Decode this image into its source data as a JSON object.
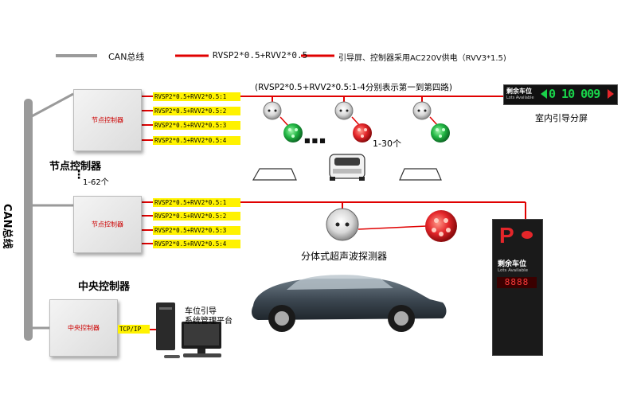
{
  "legend": {
    "can_bus": "CAN总线",
    "signal_cable": "RVSP2*0.5+RVV2*0.5",
    "power_note": "引导屏、控制器采用AC220V供电（RVV3*1.5)"
  },
  "bus_label": "CAN总线",
  "node_controller_label": "节点控制器",
  "node_controller_title": "节点控制器",
  "node_count": "1-62个",
  "ports_top": [
    "RVSP2*0.5+RVV2*0.5:1",
    "RVSP2*0.5+RVV2*0.5:2",
    "RVSP2*0.5+RVV2*0.5:3",
    "RVSP2*0.5+RVV2*0.5:4"
  ],
  "ports_bottom": [
    "RVSP2*0.5+RVV2*0.5:1",
    "RVSP2*0.5+RVV2*0.5:2",
    "RVSP2*0.5+RVV2*0.5:3",
    "RVSP2*0.5+RVV2*0.5:4"
  ],
  "route_note": "(RVSP2*0.5+RVV2*0.5:1-4分别表示第一到第四路)",
  "detector_count": "1-30个",
  "ellipsis": "■■■",
  "ellipsis_v": "⋮",
  "indoor_screen": {
    "title_cn": "剩余车位",
    "title_en": "Lots Available",
    "digits": "0 10 009",
    "caption": "室内引导分屏"
  },
  "detector_caption": "分体式超声波探测器",
  "entrance_screen": {
    "p_letter": "P",
    "title_cn": "剩余车位",
    "title_en": "Lots Available",
    "digits": "8888"
  },
  "central": {
    "title": "中央控制器",
    "box_label": "中央控制器",
    "link": "TCP/IP",
    "platform_line1": "车位引导",
    "platform_line2": "系统管理平台"
  },
  "colors": {
    "can": "#9a9a9a",
    "cable": "#e00000",
    "port_bg": "#fff200",
    "green_light": "#27b84a",
    "red_light": "#e4262a"
  }
}
